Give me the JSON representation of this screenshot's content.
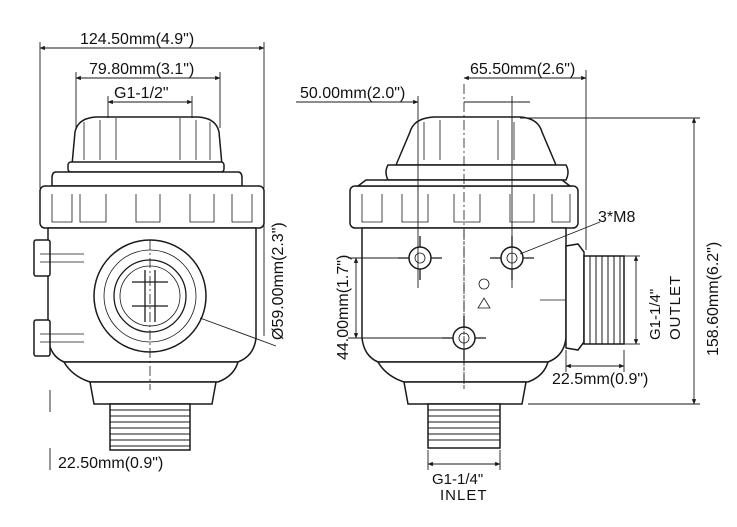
{
  "left_view": {
    "dim_overall_width": "124.50mm(4.9\")",
    "dim_cap_width": "79.80mm(3.1\")",
    "dim_port": "G1-1/2\"",
    "dim_diameter": "Ø59.00mm(2.3\")",
    "dim_bottom": "22.50mm(0.9\")"
  },
  "right_view": {
    "dim_offset_left": "50.00mm(2.0\")",
    "dim_offset_right": "65.50mm(2.6\")",
    "dim_height": "158.60mm(6.2\")",
    "dim_hole_spacing": "44.00mm(1.7\")",
    "bolt_label": "3*M8",
    "outlet_thread": "G1-1/4\"",
    "outlet_label": "OUTLET",
    "outlet_depth": "22.5mm(0.9\")",
    "inlet_thread": "G1-1/4\"",
    "inlet_label": "INLET"
  }
}
